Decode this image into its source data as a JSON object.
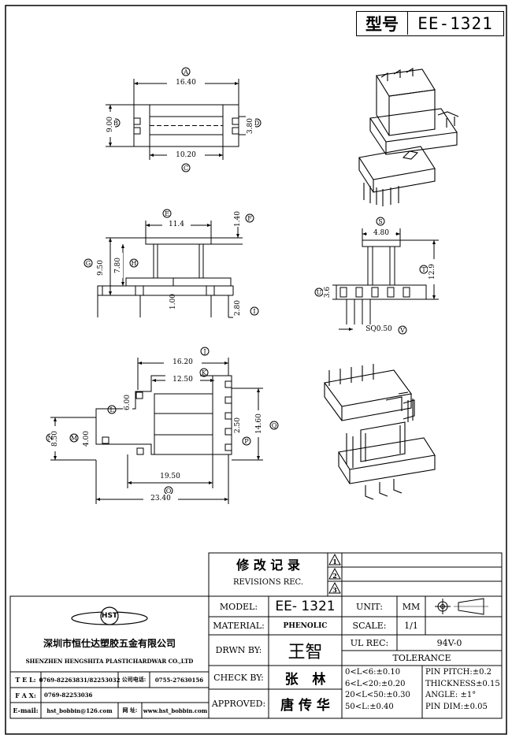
{
  "title_block": {
    "label": "型号",
    "model": "EE-1321"
  },
  "dims": {
    "v1": {
      "A": "16.40",
      "B": "9.00",
      "C": "10.20",
      "D": "3.80"
    },
    "v2": {
      "E": "11.4",
      "F": "1.40",
      "G": "9.50",
      "H": "7.80",
      "I": "1.00",
      "J": "2.80"
    },
    "v3": {
      "S": "4.80",
      "T": "12.9",
      "U": "3.6",
      "V": "SQ0.50"
    },
    "v4": {
      "J": "16.20",
      "K": "12.50",
      "L": "6.00",
      "N": "8.50",
      "M": "4.00",
      "P": "2.50",
      "Q": "14.60",
      "O": "19.50",
      "O2": "23.40"
    },
    "letters": {
      "A": "A",
      "B": "B",
      "C": "C",
      "D": "D",
      "E": "E",
      "F": "F",
      "G": "G",
      "H": "H",
      "I": "I",
      "J": "J",
      "K": "K",
      "L": "L",
      "M": "M",
      "N": "N",
      "O": "O",
      "P": "P",
      "Q": "Q",
      "S": "S",
      "T": "T",
      "U": "U",
      "V": "V"
    }
  },
  "revisions": {
    "title_cn": "修 改 记 录",
    "title_en": "REVISIONS REC.",
    "marks": [
      "1",
      "2",
      "3"
    ]
  },
  "company": {
    "logo": "HST",
    "name_cn": "深圳市恒仕达塑胶五金有限公司",
    "name_en": "SHENZHEN HENGSHITA PLASTICHARDWAR CO.,LTD",
    "tel_label": "T E L:",
    "tel": "0769-82263831/82253032",
    "tel2_label": "公司电话:",
    "tel2": "0755-27630156",
    "fax_label": "F A X:",
    "fax": "0769-82253036",
    "email_label": "E-mail:",
    "email": "hst_bobbin@126.com",
    "web_label": "网 址:",
    "web": "www.hst_bobbin.com"
  },
  "info": {
    "model_label": "MODEL:",
    "model": "EE- 1321",
    "material_label": "MATERIAL:",
    "material": "PHENOLIC",
    "drawn_label": "DRWN BY:",
    "drawn": "王智",
    "check_label": "CHECK BY:",
    "check": "张   林",
    "approved_label": "APPROVED:",
    "approved": "唐 传 华",
    "unit_label": "UNIT:",
    "unit": "MM",
    "scale_label": "SCALE:",
    "scale": "1/1",
    "ul_label": "UL REC:",
    "ul": "94V-0",
    "tolerance_label": "TOLERANCE",
    "tol": [
      "0<L<6:±0.10",
      "6<L<20:±0.20",
      "20<L<50:±0.30",
      "50<L:±0.40"
    ],
    "tol2": [
      "PIN PITCH:±0.2",
      "THICKNESS±0.15",
      "ANGLE: ±1°",
      "PIN DIM:±0.05"
    ]
  }
}
